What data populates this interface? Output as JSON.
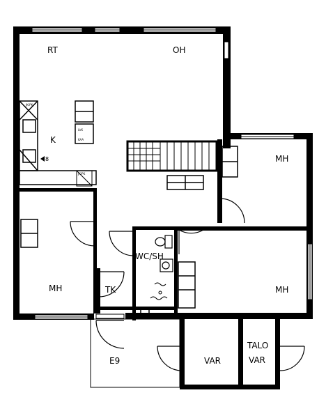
{
  "rooms": {
    "rt": "RT",
    "oh": "OH",
    "k": "K",
    "mh_top": "MH",
    "mh_left": "MH",
    "mh_right": "MH",
    "wc_sh": "WC/SH",
    "tk": "TK",
    "e9": "E9",
    "var_1": "VAR",
    "talo": "TALO",
    "var_2": "VAR"
  },
  "appliances": {
    "fridge_label": "JK/PK",
    "stove_label": "LVK",
    "cab_label": "KAA",
    "oven_label": "JK/PK",
    "vent_mark": "8"
  },
  "colors": {
    "wall": "#000000",
    "line": "#000000",
    "background": "#ffffff"
  }
}
